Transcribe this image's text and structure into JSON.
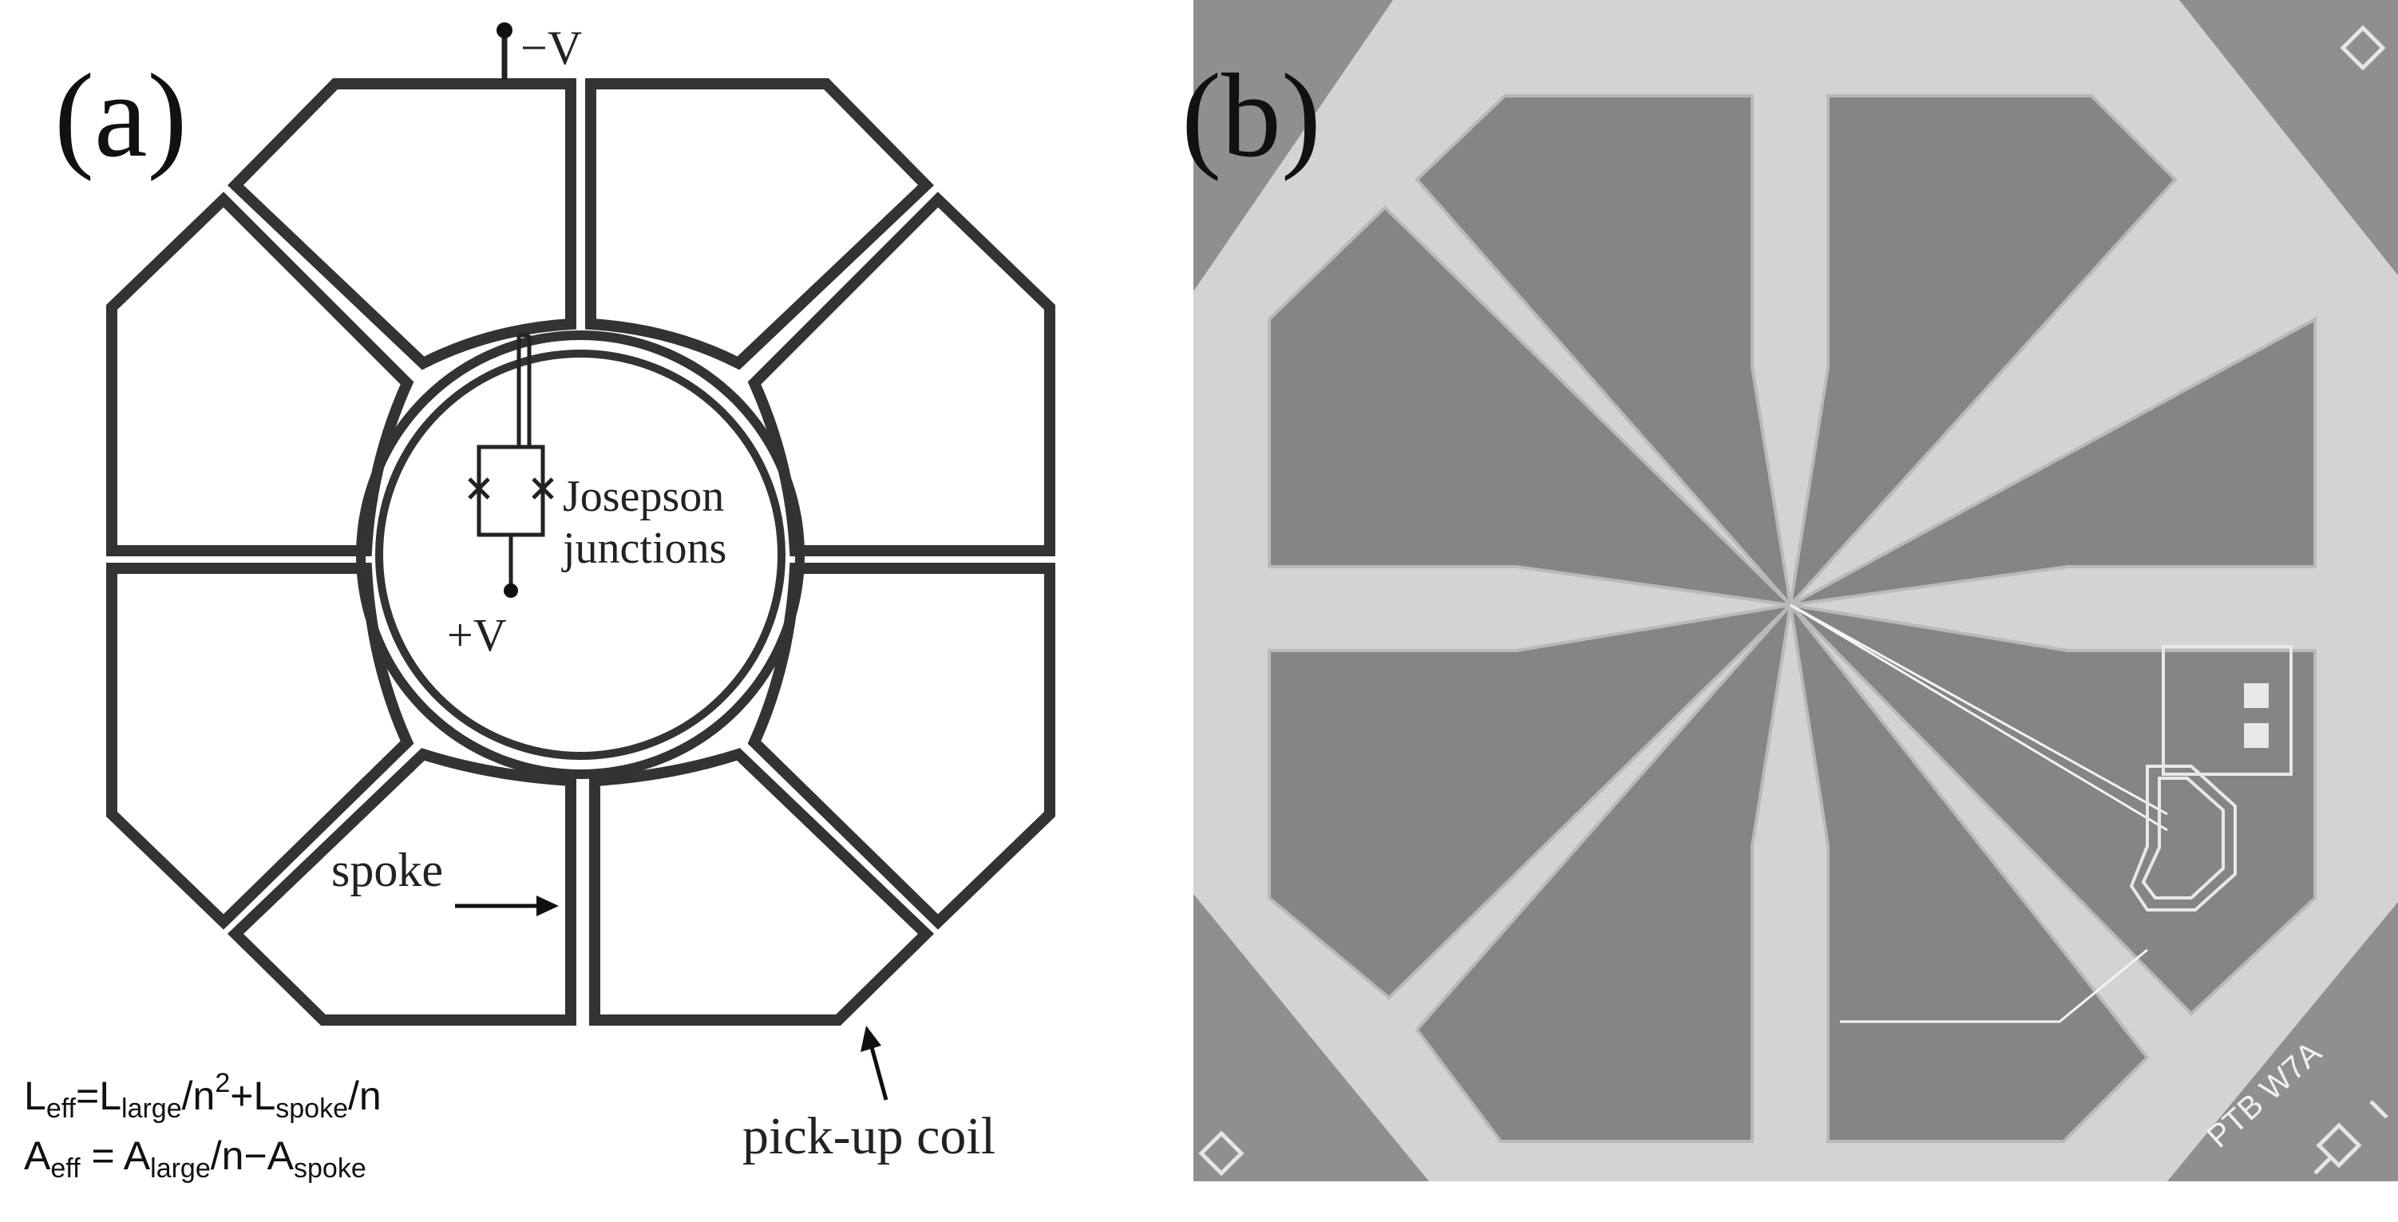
{
  "panel_a": {
    "label": "(a)",
    "terminal_top": "−V",
    "terminal_bottom": "+V",
    "josephson_line1": "Josepson",
    "josephson_line2": "junctions",
    "spoke_label": "spoke",
    "pickup_label": "pick-up coil",
    "formula_L": {
      "lhs": "L",
      "lhs_sub": "eff",
      "eq": "=",
      "t1": "L",
      "t1_sub": "large",
      "t1_div": "/n",
      "t1_sup": "2",
      "plus": "+",
      "t2": "L",
      "t2_sub": "spoke",
      "t2_div": "/n"
    },
    "formula_A": {
      "lhs": "A",
      "lhs_sub": "eff",
      "eq": " = ",
      "t1": "A",
      "t1_sub": "large",
      "t1_div": "/n−",
      "t2": "A",
      "t2_sub": "spoke"
    }
  },
  "panel_b": {
    "label": "(b)",
    "chip_label": "PTB W7A",
    "colors": {
      "background": "#8f8f8f",
      "pad": "#858585",
      "metal": "#d3d3d3",
      "edge": "#b9b9b9"
    }
  }
}
